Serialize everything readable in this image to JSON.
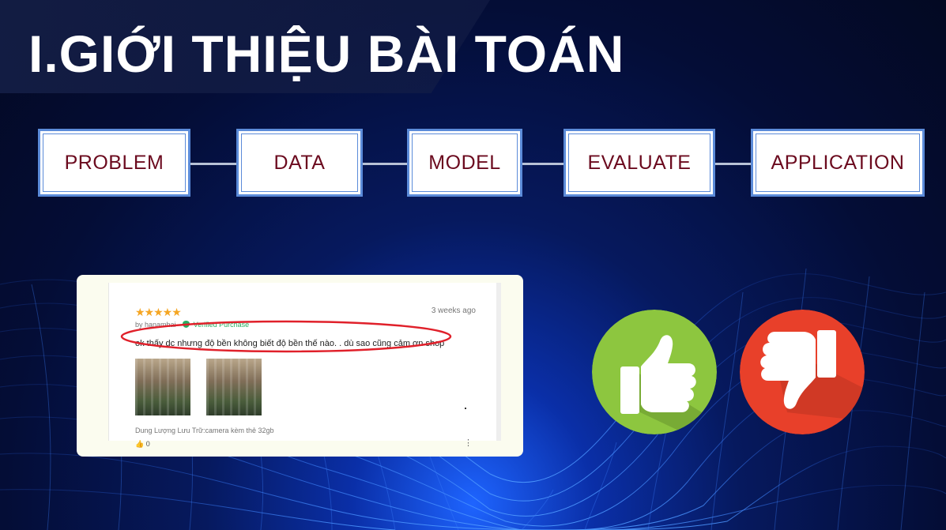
{
  "slide": {
    "title": "I.GIỚI THIỆU BÀI TOÁN"
  },
  "pipeline": {
    "steps": [
      "PROBLEM",
      "DATA",
      "MODEL",
      "EVALUATE",
      "APPLICATION"
    ],
    "border_color": "#5b8bd9",
    "text_color": "#6b0a1e"
  },
  "review": {
    "rating_stars": 5,
    "stars_text": "★★★★★",
    "time": "3 weeks ago",
    "byline": "by hanamhai",
    "verified": "Verified Purchase",
    "comment": "ok thấy dc nhưng độ bền không biết độ bền thế nào. . dù sao cũng cảm ơn shop",
    "variant": "Dung Lượng Lưu Trữ:camera kèm thẻ 32gb",
    "likes": "0",
    "highlight_color": "#e0202a"
  },
  "icons": {
    "thumbs_up": {
      "name": "thumbs-up-icon",
      "color": "#8dc63f"
    },
    "thumbs_down": {
      "name": "thumbs-down-icon",
      "color": "#e8402a"
    }
  }
}
